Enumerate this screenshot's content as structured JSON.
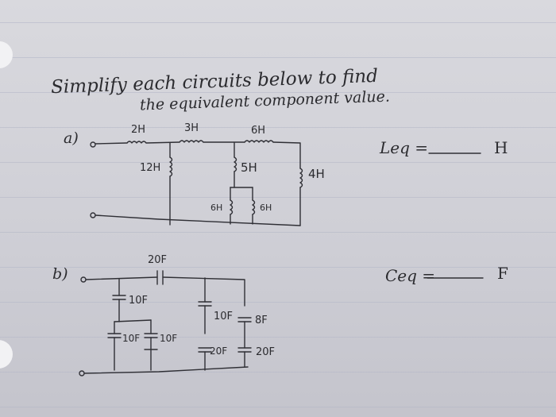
{
  "instructions": {
    "line1": "Simplify each circuits below to find",
    "line2": "the equivalent component value."
  },
  "part_a": {
    "label": "a)",
    "inductors": {
      "l_2h": "2H",
      "l_3h": "3H",
      "l_6h_top": "6H",
      "l_12h": "12H",
      "l_5h": "5H",
      "l_4h": "4H",
      "l_6h_left": "6H",
      "l_6h_right": "6H"
    },
    "answer_label": "Leq =",
    "answer_unit": "H"
  },
  "part_b": {
    "label": "b)",
    "capacitors": {
      "c_20f_series": "20F",
      "c_10f_upper": "10F",
      "c_10f_lower": "10F",
      "c_10f_mid": "10F",
      "c_10f_center": "10F",
      "c_8f": "8F",
      "c_20f_center": "20F",
      "c_20f_right": "20F"
    },
    "answer_label": "Ceq =",
    "answer_unit": "F"
  }
}
